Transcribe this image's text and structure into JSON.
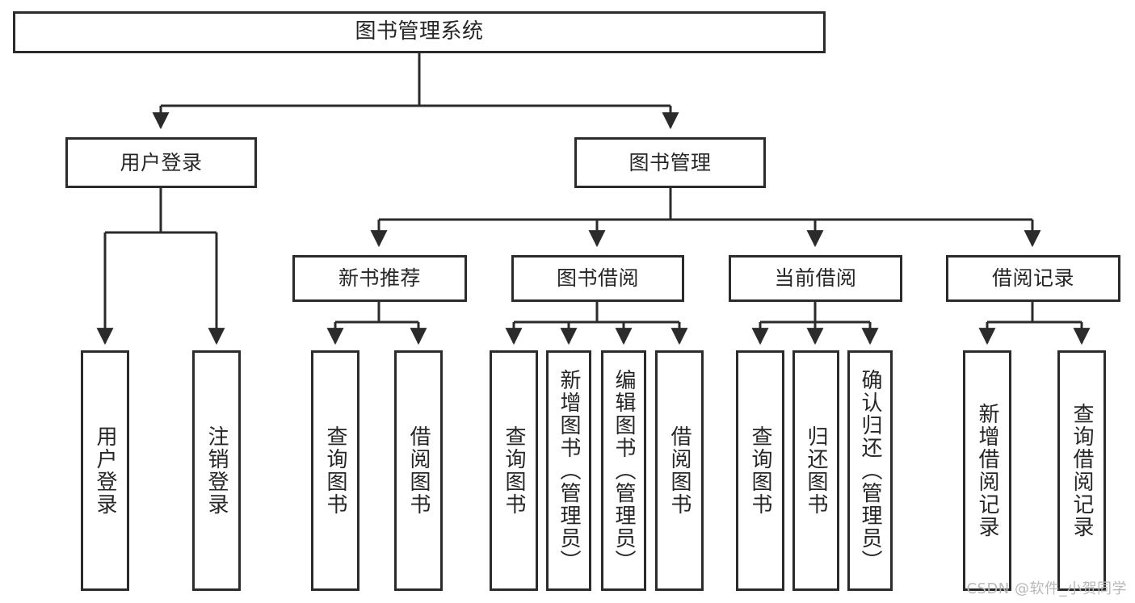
{
  "diagram": {
    "title": "图书管理系统",
    "type": "tree-hierarchy",
    "watermark": "CSDN @软件_小贺同学",
    "colors": {
      "background": "#ffffff",
      "box_border": "#2b2b2b",
      "box_fill": "#ffffff",
      "text": "#262626",
      "edge": "#2b2b2b",
      "watermark": "#b8b8b8"
    }
  },
  "nodes": {
    "root": {
      "id": "root",
      "label": "图书管理系统",
      "level": 1,
      "orientation": "horizontal"
    },
    "level2": [
      {
        "id": "user-login",
        "label": "用户登录",
        "level": 2,
        "orientation": "horizontal"
      },
      {
        "id": "book-manage",
        "label": "图书管理",
        "level": 2,
        "orientation": "horizontal"
      }
    ],
    "level3": [
      {
        "id": "new-book-recommend",
        "label": "新书推荐",
        "level": 3,
        "orientation": "horizontal",
        "parent": "book-manage"
      },
      {
        "id": "book-borrow",
        "label": "图书借阅",
        "level": 3,
        "orientation": "horizontal",
        "parent": "book-manage"
      },
      {
        "id": "current-borrow",
        "label": "当前借阅",
        "level": 3,
        "orientation": "horizontal",
        "parent": "book-manage"
      },
      {
        "id": "borrow-record",
        "label": "借阅记录",
        "level": 3,
        "orientation": "horizontal",
        "parent": "book-manage"
      }
    ],
    "leaves": [
      {
        "id": "leaf-user-login",
        "label": "用户登录",
        "parent": "user-login",
        "orientation": "vertical"
      },
      {
        "id": "leaf-logout",
        "label": "注销登录",
        "parent": "user-login",
        "orientation": "vertical"
      },
      {
        "id": "leaf-query-book-1",
        "label": "查询图书",
        "parent": "new-book-recommend",
        "orientation": "vertical"
      },
      {
        "id": "leaf-borrow-book-1",
        "label": "借阅图书",
        "parent": "new-book-recommend",
        "orientation": "vertical"
      },
      {
        "id": "leaf-query-book-2",
        "label": "查询图书",
        "parent": "book-borrow",
        "orientation": "vertical"
      },
      {
        "id": "leaf-add-book",
        "label": "新增图书（管理员）",
        "parent": "book-borrow",
        "orientation": "vertical"
      },
      {
        "id": "leaf-edit-book",
        "label": "编辑图书（管理员）",
        "parent": "book-borrow",
        "orientation": "vertical"
      },
      {
        "id": "leaf-borrow-book-2",
        "label": "借阅图书",
        "parent": "book-borrow",
        "orientation": "vertical"
      },
      {
        "id": "leaf-query-book-3",
        "label": "查询图书",
        "parent": "current-borrow",
        "orientation": "vertical"
      },
      {
        "id": "leaf-return-book",
        "label": "归还图书",
        "parent": "current-borrow",
        "orientation": "vertical"
      },
      {
        "id": "leaf-confirm-return",
        "label": "确认归还（管理员）",
        "parent": "current-borrow",
        "orientation": "vertical"
      },
      {
        "id": "leaf-add-record",
        "label": "新增借阅记录",
        "parent": "borrow-record",
        "orientation": "vertical"
      },
      {
        "id": "leaf-query-record",
        "label": "查询借阅记录",
        "parent": "borrow-record",
        "orientation": "vertical"
      }
    ]
  }
}
